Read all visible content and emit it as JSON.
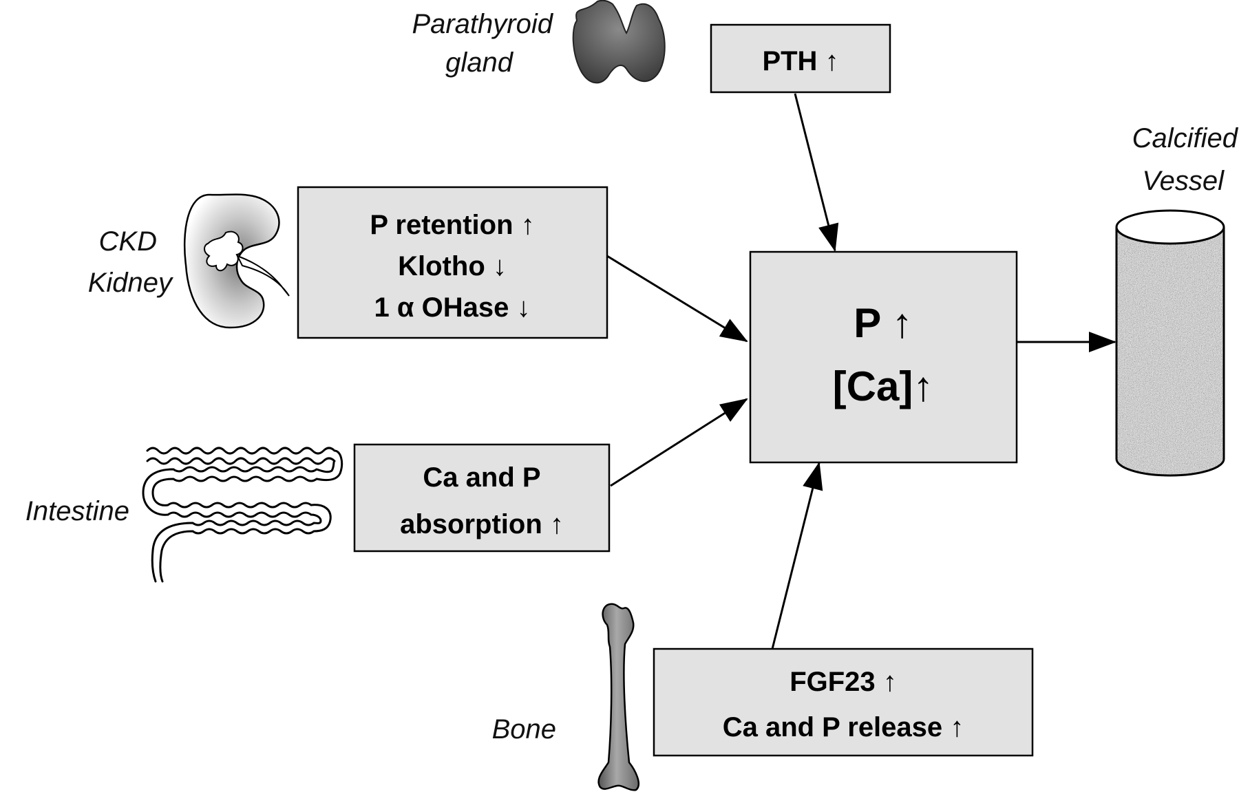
{
  "organs": {
    "parathyroid": [
      "Parathyroid",
      "gland"
    ],
    "kidney": [
      "CKD",
      "Kidney"
    ],
    "intestine": "Intestine",
    "bone": "Bone",
    "vessel": [
      "Calcified",
      "Vessel"
    ]
  },
  "boxes": {
    "pth": "PTH ↑",
    "kidney": [
      "P retention ↑",
      "Klotho ↓",
      "1 α OHase ↓"
    ],
    "intestine": [
      "Ca and P",
      "absorption ↑"
    ],
    "bone": [
      "FGF23 ↑",
      "Ca and P release ↑"
    ],
    "center": [
      "P ↑",
      "[Ca]↑"
    ]
  },
  "icons": [
    "parathyroid-gland-icon",
    "kidney-icon",
    "intestine-icon",
    "bone-icon",
    "calcified-vessel-icon"
  ]
}
